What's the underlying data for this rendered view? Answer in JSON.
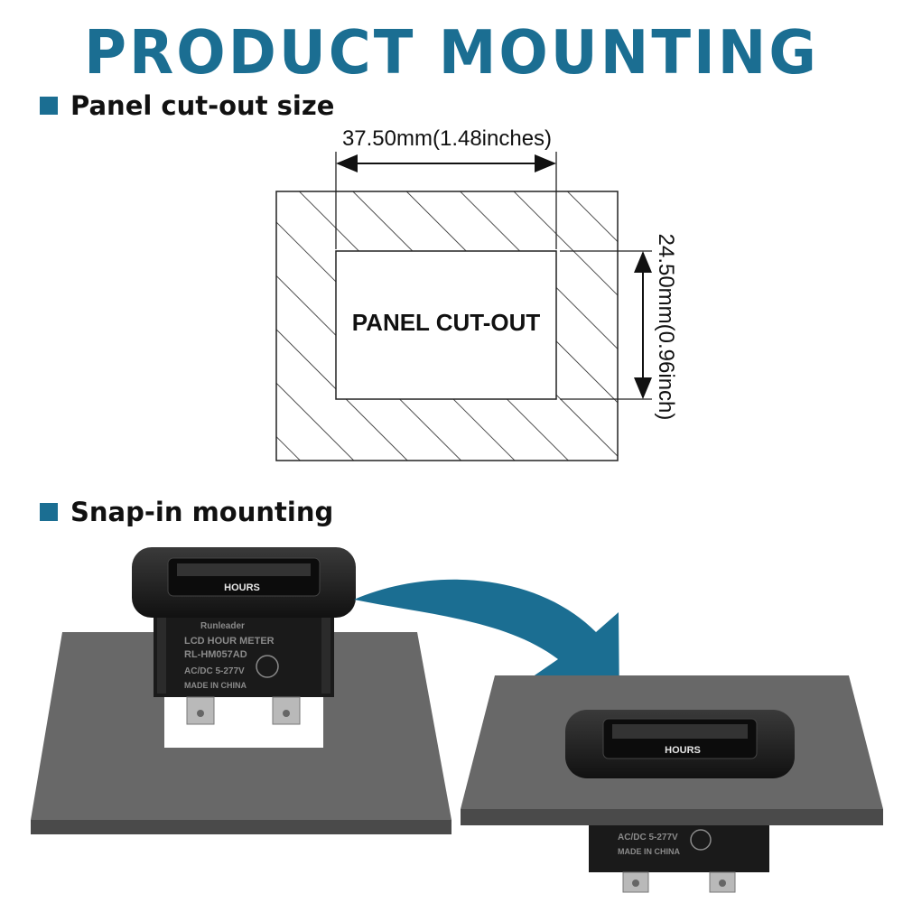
{
  "title": "PRODUCT MOUNTING",
  "sections": {
    "cutout_heading": "Panel cut-out size",
    "snap_heading": "Snap-in mounting"
  },
  "diagram": {
    "width_label": "37.50mm(1.48inches)",
    "height_label": "24.50mm(0.96inch)",
    "cutout_label": "PANEL CUT-OUT"
  },
  "device": {
    "display_label": "HOURS",
    "brand": "Runleader",
    "model_title": "LCD HOUR METER",
    "model_number": "RL-HM057AD",
    "voltage": "AC/DC 5-277V",
    "origin": "MADE IN CHINA"
  },
  "colors": {
    "accent": "#1b6e92",
    "panel": "#686868",
    "device": "#1a1a1a"
  }
}
